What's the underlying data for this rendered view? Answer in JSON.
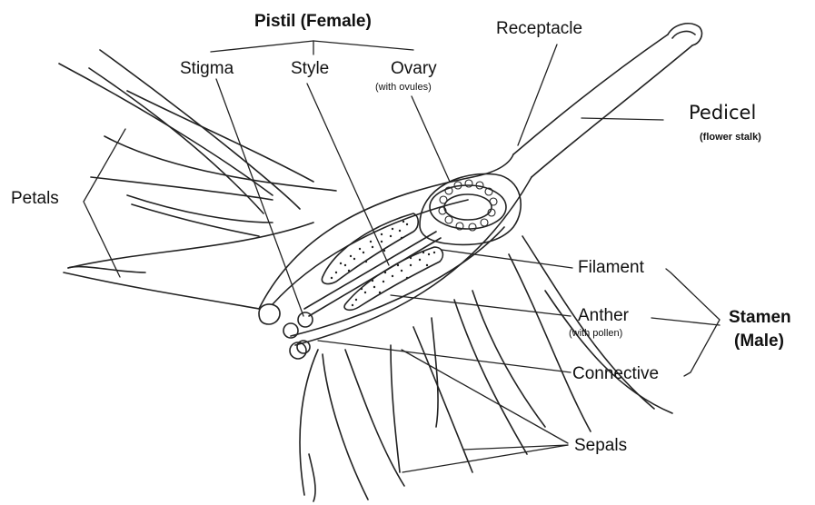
{
  "labels": {
    "pistil": "Pistil (Female)",
    "stigma": "Stigma",
    "style": "Style",
    "ovary": "Ovary",
    "ovary_sub": "(with ovules)",
    "receptacle": "Receptacle",
    "pedicel": "Pedicel",
    "pedicel_sub": "(flower stalk)",
    "petals": "Petals",
    "filament": "Filament",
    "anther": "Anther",
    "anther_sub": "(with pollen)",
    "connective": "Connective",
    "stamen": "Stamen",
    "male": "(Male)",
    "sepals": "Sepals"
  }
}
